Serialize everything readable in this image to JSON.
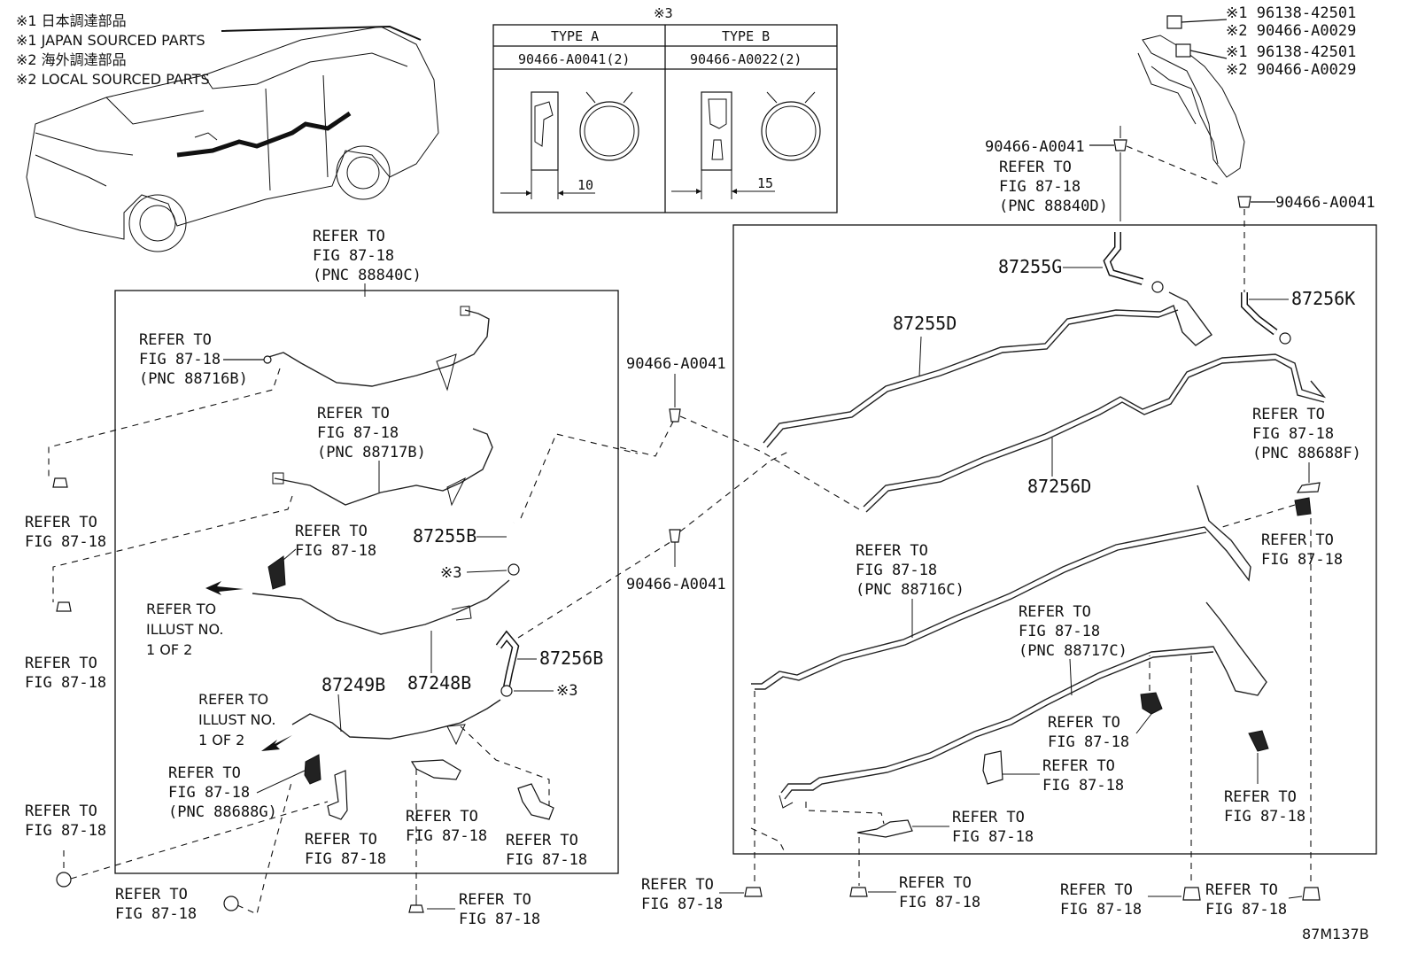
{
  "notes": {
    "n1_jp": "※1 日本調達部品",
    "n1_en": "※1 JAPAN SOURCED PARTS",
    "n2_jp": "※2 海外調達部品",
    "n2_en": "※2 LOCAL SOURCED PARTS"
  },
  "clip_table": {
    "mark": "※3",
    "col_a_header": "TYPE A",
    "col_b_header": "TYPE B",
    "col_a_part": "90466-A0041(2)",
    "col_b_part": "90466-A0022(2)",
    "col_a_dim": "10",
    "col_b_dim": "15"
  },
  "top_right": {
    "r1": "※1 96138-42501",
    "r2": "※2 90466-A0029",
    "r3": "※1 96138-42501",
    "r4": "※2 90466-A0029",
    "clip_a": "90466-A0041",
    "clip_b": "90466-A0041",
    "refer_d": {
      "l1": "REFER TO",
      "l2": "FIG 87-18",
      "l3": "(PNC 88840D)"
    }
  },
  "parts": {
    "p87255G": "87255G",
    "p87256K": "87256K",
    "p87255D": "87255D",
    "p87256D": "87256D",
    "p87255B": "87255B",
    "p87256B": "87256B",
    "p87249B": "87249B",
    "p87248B": "87248B",
    "mark3a": "※3",
    "mark3b": "※3",
    "clip_mid1": "90466-A0041",
    "clip_mid2": "90466-A0041"
  },
  "refs": {
    "r88840C": {
      "l1": "REFER TO",
      "l2": "FIG 87-18",
      "l3": "(PNC 88840C)"
    },
    "r88716B": {
      "l1": "REFER TO",
      "l2": "FIG 87-18",
      "l3": "(PNC 88716B)"
    },
    "r88717B": {
      "l1": "REFER TO",
      "l2": "FIG 87-18",
      "l3": "(PNC 88717B)"
    },
    "r_b1": {
      "l1": "REFER TO",
      "l2": "FIG 87-18"
    },
    "illust1": {
      "l1": "REFER TO",
      "l2": "ILLUST NO.",
      "l3": "1 OF 2"
    },
    "illust2": {
      "l1": "REFER TO",
      "l2": "ILLUST NO.",
      "l3": "1 OF 2"
    },
    "r88688G": {
      "l1": "REFER TO",
      "l2": "FIG 87-18",
      "l3": "(PNC 88688G)"
    },
    "r_b2": {
      "l1": "REFER TO",
      "l2": "FIG 87-18"
    },
    "r_b3": {
      "l1": "REFER TO",
      "l2": "FIG 87-18"
    },
    "r_b4": {
      "l1": "REFER TO",
      "l2": "FIG 87-18"
    },
    "r_left1": {
      "l1": "REFER TO",
      "l2": "FIG 87-18"
    },
    "r_left2": {
      "l1": "REFER TO",
      "l2": "FIG 87-18"
    },
    "r_left3": {
      "l1": "REFER TO",
      "l2": "FIG 87-18"
    },
    "r_bot1": {
      "l1": "REFER TO",
      "l2": "FIG 87-18"
    },
    "r_bot2": {
      "l1": "REFER TO",
      "l2": "FIG 87-18"
    },
    "r_bot3": {
      "l1": "REFER TO",
      "l2": "FIG 87-18"
    },
    "r_bot4": {
      "l1": "REFER TO",
      "l2": "FIG 87-18"
    },
    "r_bot5": {
      "l1": "REFER TO",
      "l2": "FIG 87-18"
    },
    "r_bot6": {
      "l1": "REFER TO",
      "l2": "FIG 87-18"
    },
    "r88688F": {
      "l1": "REFER TO",
      "l2": "FIG 87-18",
      "l3": "(PNC 88688F)"
    },
    "r_rt1": {
      "l1": "REFER TO",
      "l2": "FIG 87-18"
    },
    "r88716C": {
      "l1": "REFER TO",
      "l2": "FIG 87-18",
      "l3": "(PNC 88716C)"
    },
    "r88717C": {
      "l1": "REFER TO",
      "l2": "FIG 87-18",
      "l3": "(PNC 88717C)"
    },
    "r_rm1": {
      "l1": "REFER TO",
      "l2": "FIG 87-18"
    },
    "r_rm2": {
      "l1": "REFER TO",
      "l2": "FIG 87-18"
    },
    "r_rm3": {
      "l1": "REFER TO",
      "l2": "FIG 87-18"
    },
    "r_rm4": {
      "l1": "REFER TO",
      "l2": "FIG 87-18"
    }
  },
  "illustration_id": "87M137B"
}
